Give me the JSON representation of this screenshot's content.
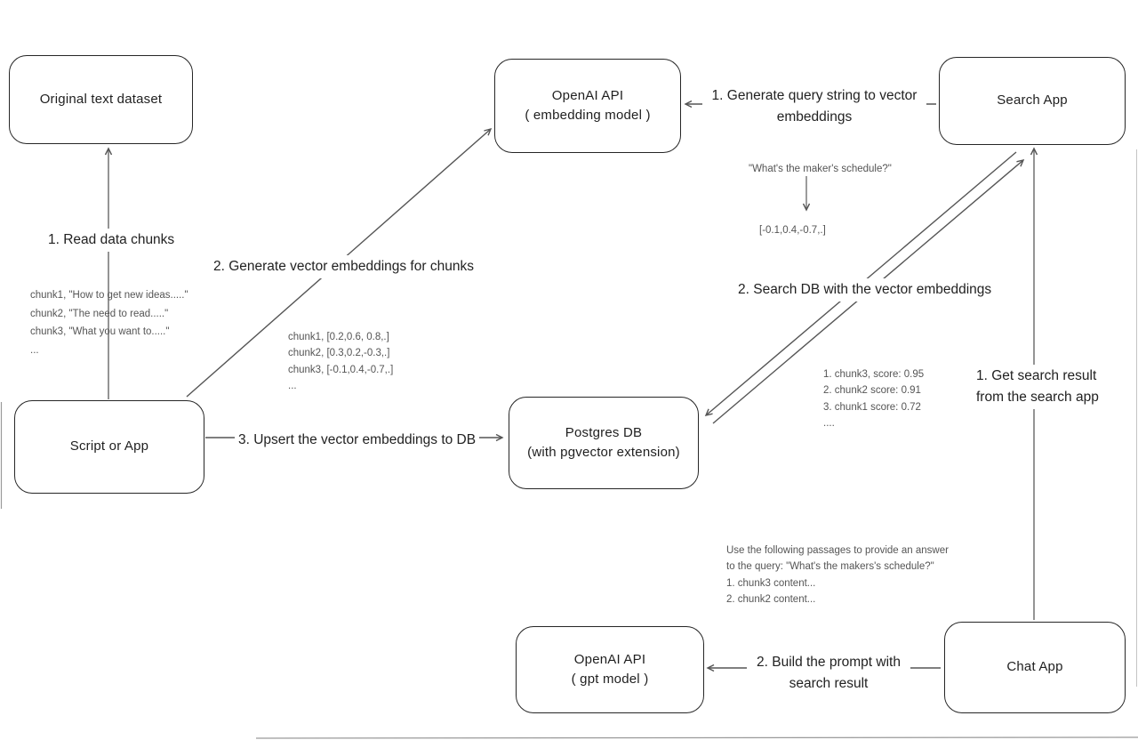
{
  "nodes": {
    "original_dataset": "Original text dataset",
    "openai_embedding_1": "OpenAI API",
    "openai_embedding_2": "( embedding model )",
    "search_app": "Search App",
    "script_or_app": "Script or App",
    "postgres_db_1": "Postgres DB",
    "postgres_db_2": "(with pgvector extension)",
    "openai_gpt_1": "OpenAI API",
    "openai_gpt_2": "( gpt model )",
    "chat_app": "Chat App"
  },
  "edges": {
    "read_chunks": "1. Read data chunks",
    "generate_embeddings": "2. Generate vector embeddings for chunks",
    "upsert": "3. Upsert the vector embeddings to DB",
    "query_to_vector_1": "1. Generate query string to vector",
    "query_to_vector_2": "embeddings",
    "search_db": "2. Search DB with the vector embeddings",
    "get_result_1": "1. Get search result",
    "get_result_2": "from the search app",
    "build_prompt_1": "2. Build the prompt with",
    "build_prompt_2": "search result"
  },
  "annotations": {
    "chunks": [
      "chunk1, \"How to get new ideas.....\"",
      "chunk2, \"The need to read.....\"",
      "chunk3, \"What you want to.....\"",
      "..."
    ],
    "vectors": [
      "chunk1, [0.2,0.6, 0.8,.]",
      "chunk2, [0.3,0.2,-0.3,.]",
      "chunk3, [-0.1,0.4,-0.7,.]",
      "..."
    ],
    "query_example": "\"What's the maker's schedule?\"",
    "query_vector": "[-0.1,0.4,-0.7,.]",
    "scores": [
      "1. chunk3, score: 0.95",
      "2. chunk2 score: 0.91",
      "3. chunk1 score: 0.72",
      "...."
    ],
    "prompt": [
      "Use the following passages to provide an answer",
      "to the query: \"What's the makers's schedule?\"",
      "1. chunk3 content...",
      "2. chunk2 content..."
    ]
  }
}
